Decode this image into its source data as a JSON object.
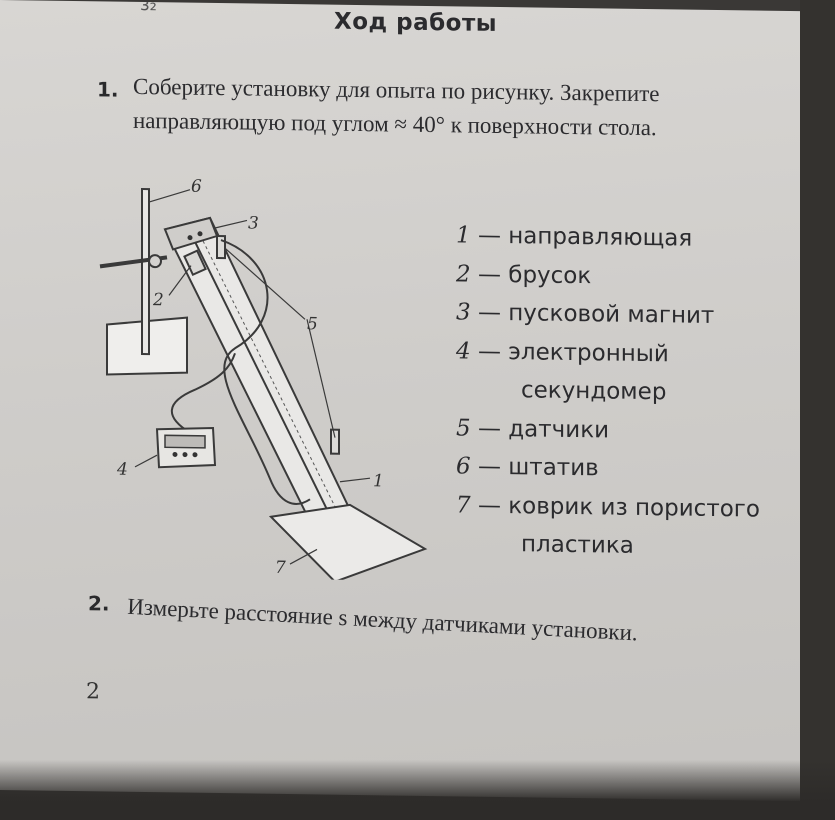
{
  "header": {
    "corner_mark": "з₂",
    "title": "Ход работы"
  },
  "steps": [
    {
      "number": "1.",
      "text": "Соберите установку для опыта по рисунку. Закрепите направляющую под углом ≈ 40° к поверхности стола."
    },
    {
      "number": "2.",
      "text": "Измерьте расстояние s между датчиками установки."
    }
  ],
  "figure": {
    "labels": [
      "1",
      "2",
      "3",
      "4",
      "5",
      "6",
      "7"
    ]
  },
  "legend": [
    {
      "num": "1",
      "text": "— направляющая"
    },
    {
      "num": "2",
      "text": "— брусок"
    },
    {
      "num": "3",
      "text": "— пусковой магнит"
    },
    {
      "num": "4",
      "text": "— электронный",
      "cont": "секундомер"
    },
    {
      "num": "5",
      "text": "— датчики"
    },
    {
      "num": "6",
      "text": "— штатив"
    },
    {
      "num": "7",
      "text": "— коврик из пористого",
      "cont": "пластика"
    }
  ],
  "footer": {
    "page_number": "2"
  }
}
